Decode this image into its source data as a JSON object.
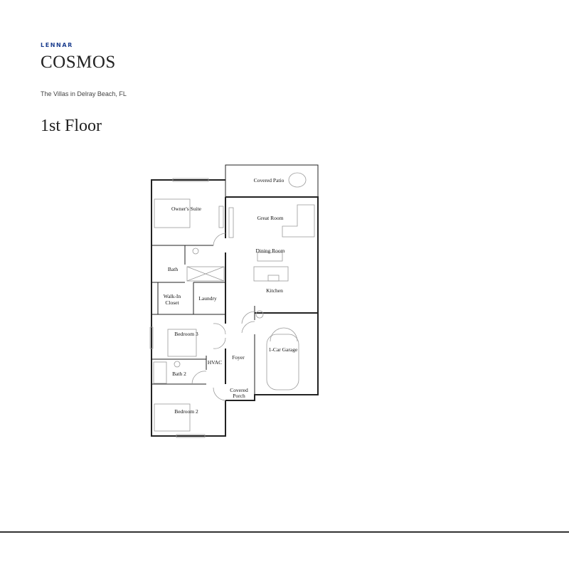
{
  "header": {
    "brand": "LENNAR",
    "title": "COSMOS",
    "subtitle": "The Villas in Delray Beach, FL",
    "floor_label": "1st Floor"
  },
  "brand_color": "#1d3f8f",
  "floorplan": {
    "rooms": {
      "covered_patio": "Covered Patio",
      "owners_suite": "Owner's Suite",
      "great_room": "Great Room",
      "dining_room": "Dining Room",
      "bath": "Bath",
      "kitchen": "Kitchen",
      "walk_in_closet_1": "Walk-In",
      "walk_in_closet_2": "Closet",
      "laundry": "Laundry",
      "bedroom_3": "Bedroom 3",
      "garage": "1-Car Garage",
      "foyer": "Foyer",
      "hvac": "HVAC",
      "bath_2": "Bath 2",
      "covered_porch_1": "Covered",
      "covered_porch_2": "Porch",
      "bedroom_2": "Bedroom 2"
    }
  }
}
